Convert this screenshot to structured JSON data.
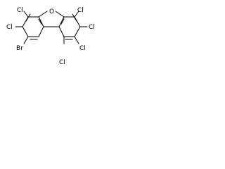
{
  "molecule": {
    "labels": {
      "oxygen": "O",
      "cl_upper_left_a": "Cl",
      "cl_left": "Cl",
      "br_lower_left": "Br",
      "cl_upper_right_a": "Cl",
      "cl_right": "Cl",
      "cl_lower_right": "Cl",
      "cl_bottom": "Cl"
    }
  }
}
